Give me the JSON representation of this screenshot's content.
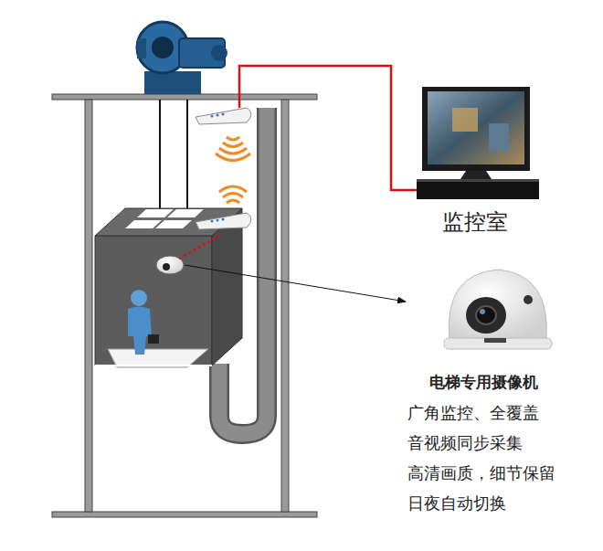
{
  "diagram": {
    "labels": [
      "监控室",
      "电梯专用摄像机",
      "广角监控、全覆盖",
      "音视频同步采集",
      "高清画质，细节保留",
      "日夜自动切换"
    ]
  }
}
